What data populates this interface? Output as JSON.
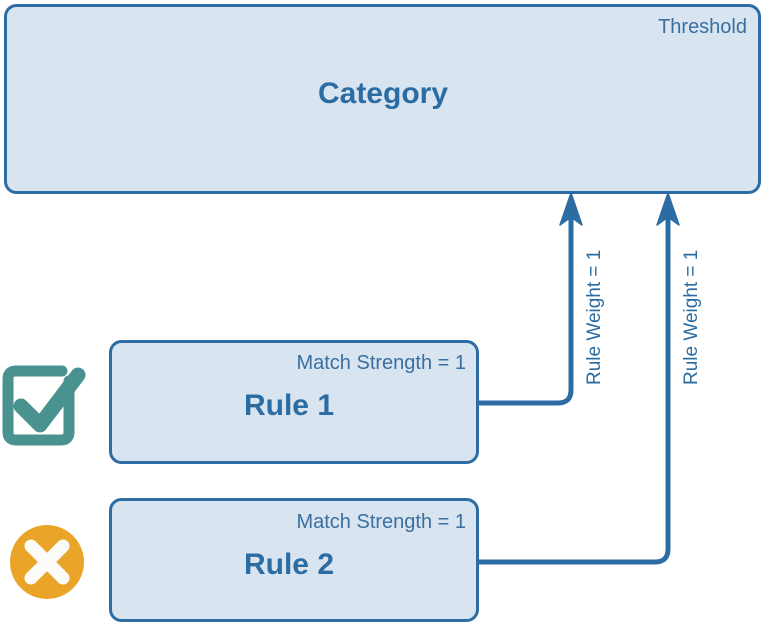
{
  "diagram": {
    "title_text": "Category",
    "category": {
      "label": "Category",
      "threshold_label": "Threshold",
      "fill": "#d8e4f0",
      "stroke": "#2e6da4"
    },
    "rules": [
      {
        "name": "Rule 1",
        "match_strength_label": "Match Strength = 1",
        "status_icon": "checkbox-checked-icon",
        "status_color": "#4a9290",
        "edge_label": "Rule Weight = 1"
      },
      {
        "name": "Rule 2",
        "match_strength_label": "Match Strength = 1",
        "status_icon": "circle-x-icon",
        "status_color": "#eaa529",
        "edge_label": "Rule Weight = 1"
      }
    ],
    "colors": {
      "box_fill": "#d8e4f0",
      "box_stroke": "#2e6da4",
      "connector": "#2b6ca3",
      "text_bold": "#2b6ca3",
      "text_meta": "#3a6f9f",
      "match_icon": "#4a9290",
      "nomatch_icon": "#eaa529",
      "background": "#ffffff"
    }
  }
}
